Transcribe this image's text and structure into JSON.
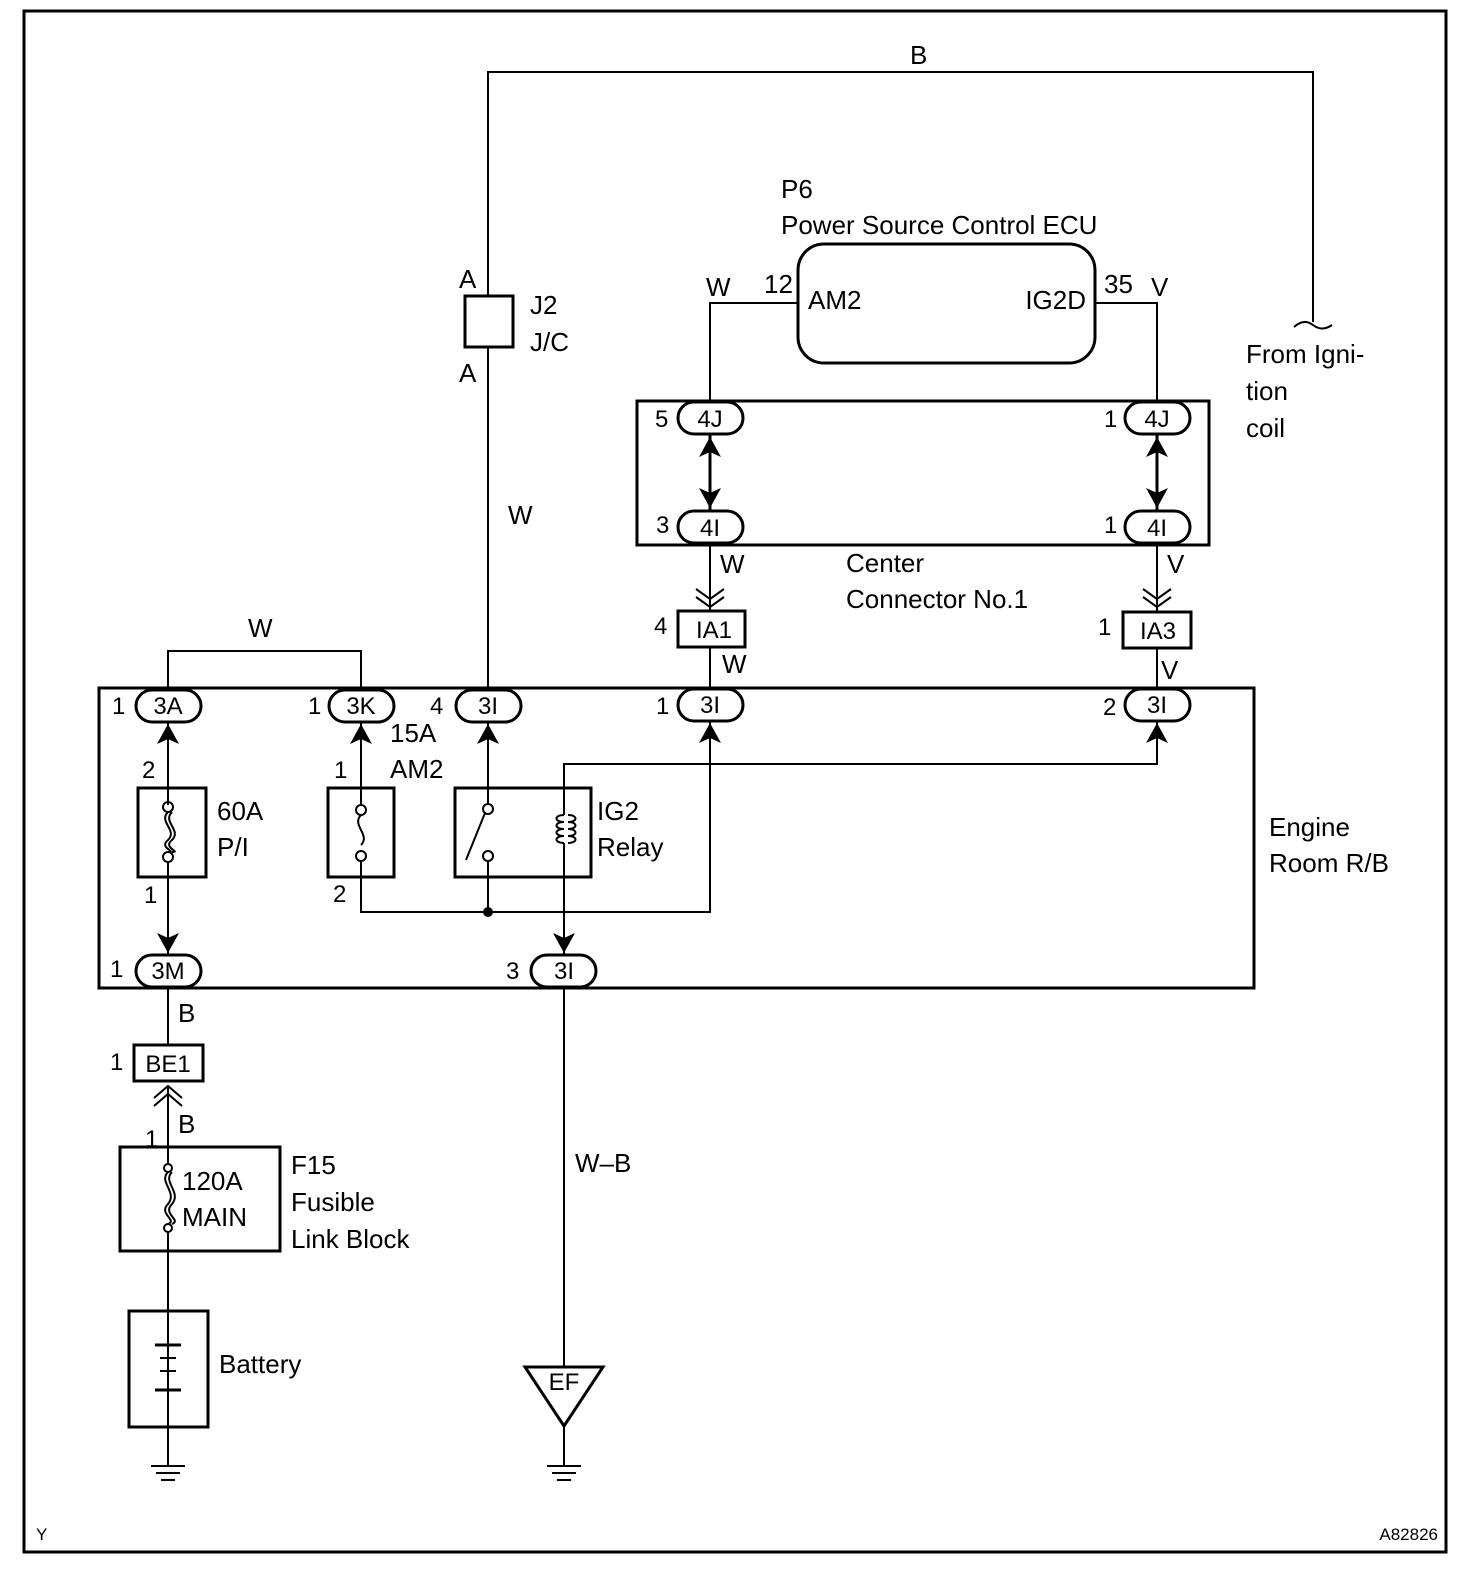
{
  "frame": {
    "corner_left": "Y",
    "corner_right": "A82826"
  },
  "wire_colors": {
    "b_top": "B",
    "w_j2": "W",
    "w_am2": "W",
    "v_ig2d": "V",
    "w_cc": "W",
    "v_cc": "V",
    "w_ia1": "W",
    "v_ia3": "V",
    "w_3a_3k": "W",
    "b_3m": "B",
    "b_f15": "B",
    "wb_ground": "W–B"
  },
  "ecu": {
    "id": "P6",
    "name": "Power Source Control ECU",
    "pin_am2_num": "12",
    "pin_am2_name": "AM2",
    "pin_ig2d_num": "35",
    "pin_ig2d_name": "IG2D"
  },
  "ignition": {
    "line1": "From  Igni-",
    "line2": "tion",
    "line3": "coil"
  },
  "j2": {
    "id": "J2",
    "name": "J/C",
    "pin_top": "A",
    "pin_bottom": "A"
  },
  "center_connector": {
    "line1": "Center",
    "line2": "Connector No.1",
    "c4j_left": "4J",
    "c4j_left_pin": "5",
    "c4j_right": "4J",
    "c4j_right_pin": "1",
    "c4i_left": "4I",
    "c4i_left_pin": "3",
    "c4i_right": "4I",
    "c4i_right_pin": "1"
  },
  "ia1": {
    "label": "IA1",
    "pin": "4"
  },
  "ia3": {
    "label": "IA3",
    "pin": "1"
  },
  "engine_room_rb": {
    "line1": "Engine",
    "line2": "Room R/B",
    "c3a": "3A",
    "c3a_pin": "1",
    "c3k": "3K",
    "c3k_pin": "1",
    "c3i_a": "3I",
    "c3i_a_pin": "4",
    "c3i_b": "3I",
    "c3i_b_pin": "1",
    "c3i_c": "3I",
    "c3i_c_pin": "2",
    "c3m": "3M",
    "c3m_pin": "1",
    "c3i_d": "3I",
    "c3i_d_pin": "3",
    "fuse_pi_rating": "60A",
    "fuse_pi_name": "P/I",
    "fuse_pi_pin_top": "2",
    "fuse_pi_pin_bottom": "1",
    "fuse_am2_rating": "15A",
    "fuse_am2_name": "AM2",
    "fuse_am2_pin_top": "1",
    "fuse_am2_pin_bottom": "2",
    "relay_line1": "IG2",
    "relay_line2": "Relay"
  },
  "be1": {
    "label": "BE1",
    "pin": "1"
  },
  "f15": {
    "id": "F15",
    "line2": "Fusible",
    "line3": "Link Block",
    "pin": "1",
    "rating": "120A",
    "name": "MAIN"
  },
  "battery": {
    "label": "Battery"
  },
  "ground": {
    "label": "EF"
  }
}
